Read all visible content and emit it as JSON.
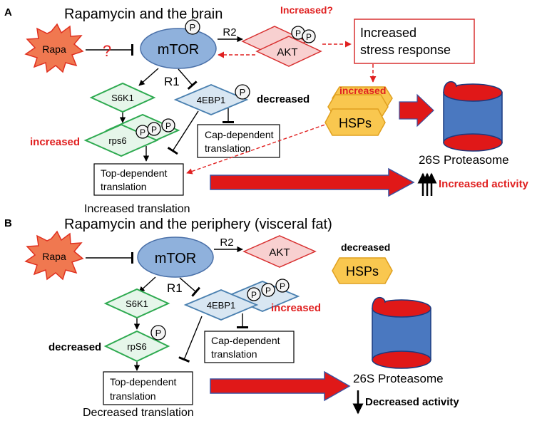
{
  "panel_a": {
    "letter": "A",
    "title": "Rapamycin and the brain",
    "rapa": "Rapa",
    "inhibition_mark": "?",
    "mtor": "mTOR",
    "akt": "AKT",
    "r1": "R1",
    "r2": "R2",
    "increased_q": "Increased?",
    "stress_line1": "Increased",
    "stress_line2": "stress response",
    "s6k1": "S6K1",
    "fourebp1": "4EBP1",
    "fourebp1_state": "decreased",
    "rps6": "rps6",
    "rps6_state": "increased",
    "cap_line1": "Cap-dependent",
    "cap_line2": "translation",
    "top_line1": "Top-dependent",
    "top_line2": "translation",
    "translation_summary": "Increased translation",
    "hsps": "HSPs",
    "hsps_state": "increased",
    "proteasome": "26S Proteasome",
    "activity": "Increased activity",
    "phospho": "P"
  },
  "panel_b": {
    "letter": "B",
    "title": "Rapamycin and the periphery (visceral fat)",
    "rapa": "Rapa",
    "mtor": "mTOR",
    "akt": "AKT",
    "r1": "R1",
    "r2": "R2",
    "s6k1": "S6K1",
    "fourebp1": "4EBP1",
    "fourebp1_state": "increased",
    "rps6": "rpS6",
    "rps6_state": "decreased",
    "cap_line1": "Cap-dependent",
    "cap_line2": "translation",
    "top_line1": "Top-dependent",
    "top_line2": "translation",
    "translation_summary": "Decreased translation",
    "hsps": "HSPs",
    "hsps_state": "decreased",
    "proteasome": "26S Proteasome",
    "activity": "Decreased activity",
    "phospho": "P"
  },
  "colors": {
    "rapa_fill": "#f07850",
    "rapa_stroke": "#e03020",
    "mtor_fill": "#8fb1dc",
    "mtor_stroke": "#4a70a8",
    "akt_fill": "#f8d0d0",
    "akt_stroke": "#d83030",
    "green_stroke": "#2eaa50",
    "green_fill": "#e6f6ea",
    "blue_diamond_fill": "#d8e6f2",
    "blue_diamond_stroke": "#4a80b0",
    "hsp_fill": "#f9c74f",
    "hsp_stroke": "#e0a020",
    "proteasome_body": "#4a78c0",
    "proteasome_cap": "#e01818",
    "red_text": "#e02020",
    "big_arrow": "#e01818"
  }
}
